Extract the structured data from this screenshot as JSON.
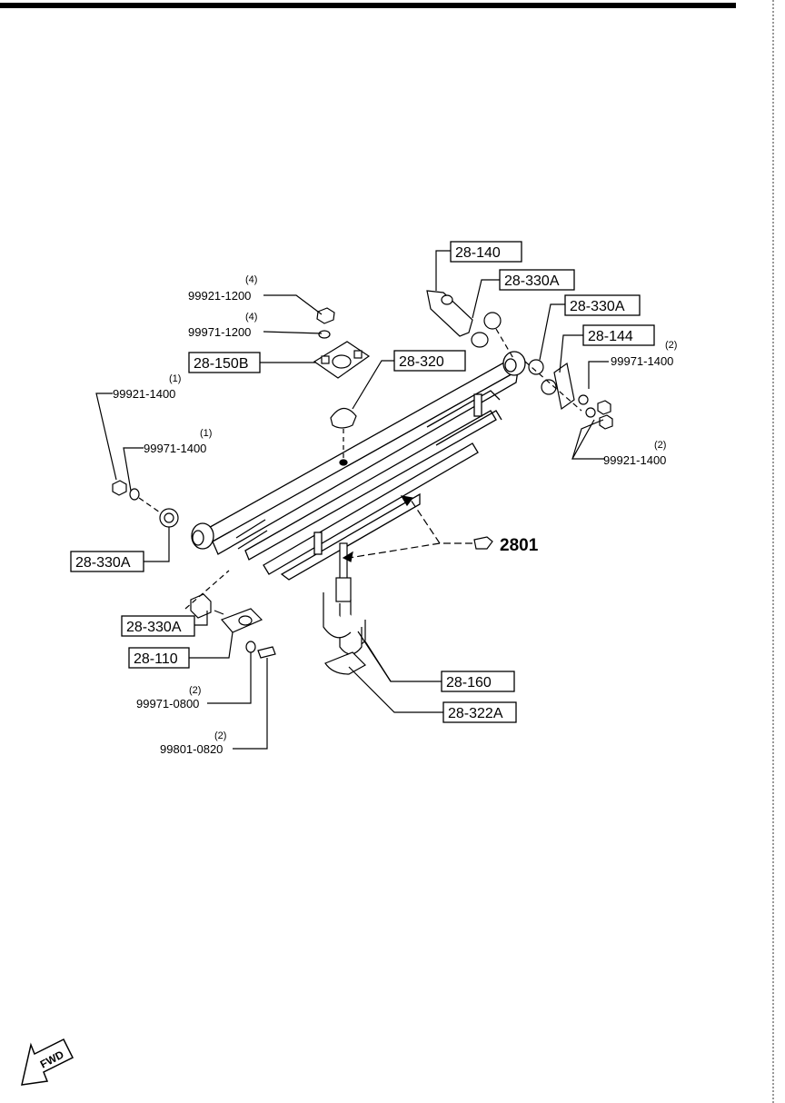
{
  "boxed_labels": {
    "b_28_140": "28-140",
    "b_28_330A_top": "28-330A",
    "b_28_330A_right": "28-330A",
    "b_28_144": "28-144",
    "b_28_150B": "28-150B",
    "b_28_320": "28-320",
    "b_28_330A_left": "28-330A",
    "b_28_330A_lower": "28-330A",
    "b_28_110": "28-110",
    "b_28_160": "28-160",
    "b_28_322A": "28-322A"
  },
  "part_numbers": {
    "p_99921_1200": "99921-1200",
    "p_99971_1200": "99971-1200",
    "p_99921_1400_left": "99921-1400",
    "p_99971_1400_left": "99971-1400",
    "p_99971_1400_right": "99971-1400",
    "p_99921_1400_right": "99921-1400",
    "p_99971_0800": "99971-0800",
    "p_99801_0820": "99801-0820"
  },
  "quantities": {
    "q_99921_1200": "(4)",
    "q_99971_1200": "(4)",
    "q_99921_1400_left": "(1)",
    "q_99971_1400_left": "(1)",
    "q_99971_1400_right": "(2)",
    "q_99921_1400_right": "(2)",
    "q_99971_0800": "(2)",
    "q_99801_0820": "(2)"
  },
  "reference": {
    "group_number": "2801"
  },
  "direction": {
    "label": "FWD"
  }
}
